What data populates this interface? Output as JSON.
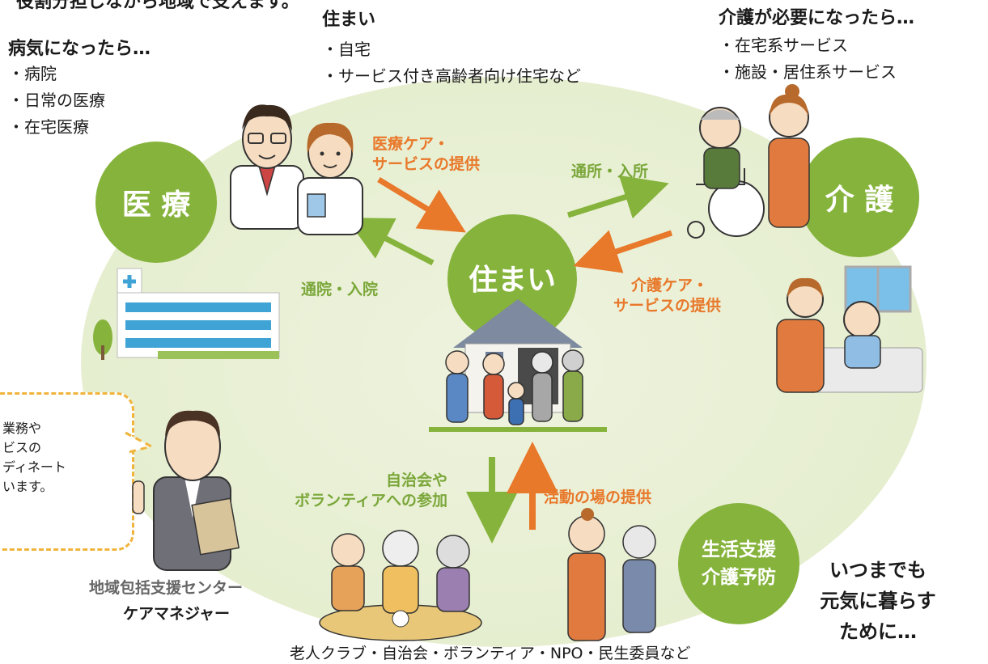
{
  "colors": {
    "green": "#86b33c",
    "orange": "#e8782a",
    "bubble": "#f0b43c",
    "ellipse": "#e7efd2"
  },
  "top_cut_text": "役割分担しながら地域で支えます。",
  "hospital": {
    "header": "病気になったら…",
    "items": [
      "・病院",
      "・日常の医療",
      "・在宅医療"
    ]
  },
  "home": {
    "header": "住まい",
    "items": [
      "・自宅",
      "・サービス付き高齢者向け住宅など"
    ]
  },
  "care": {
    "header": "介護が必要になったら…",
    "items": [
      "・在宅系サービス",
      "・施設・居住系サービス"
    ]
  },
  "circles": {
    "medical": "医 療",
    "care": "介 護",
    "home": "住まい",
    "life_support_1": "生活支援",
    "life_support_2": "介護予防"
  },
  "flows": {
    "medical_care_1": "医療ケア・",
    "medical_care_2": "サービスの提供",
    "hospital_visit": "通院・入院",
    "daycare": "通所・入所",
    "care_service_1": "介護ケア・",
    "care_service_2": "サービスの提供",
    "community_1": "自治会や",
    "community_2": "ボランティアへの参加",
    "activity_place": "活動の場の提供"
  },
  "bubble": {
    "lines": [
      "業務や",
      "ビスの",
      "ディネート",
      "います。"
    ]
  },
  "center": {
    "name": "地域包括支援センター",
    "manager": "ケアマネジャー"
  },
  "footer": "老人クラブ・自治会・ボランティア・NPO・民生委員など",
  "slogan": [
    "いつまでも",
    "元気に暮らす",
    "ために…"
  ],
  "icons": [
    "doctor-icon",
    "nurse-icon",
    "hospital-building-icon",
    "house-icon",
    "family-icon",
    "wheelchair-elder-icon",
    "caregiver-icon",
    "bedridden-elder-icon",
    "care-manager-icon",
    "tea-party-icon",
    "walking-support-icon"
  ]
}
